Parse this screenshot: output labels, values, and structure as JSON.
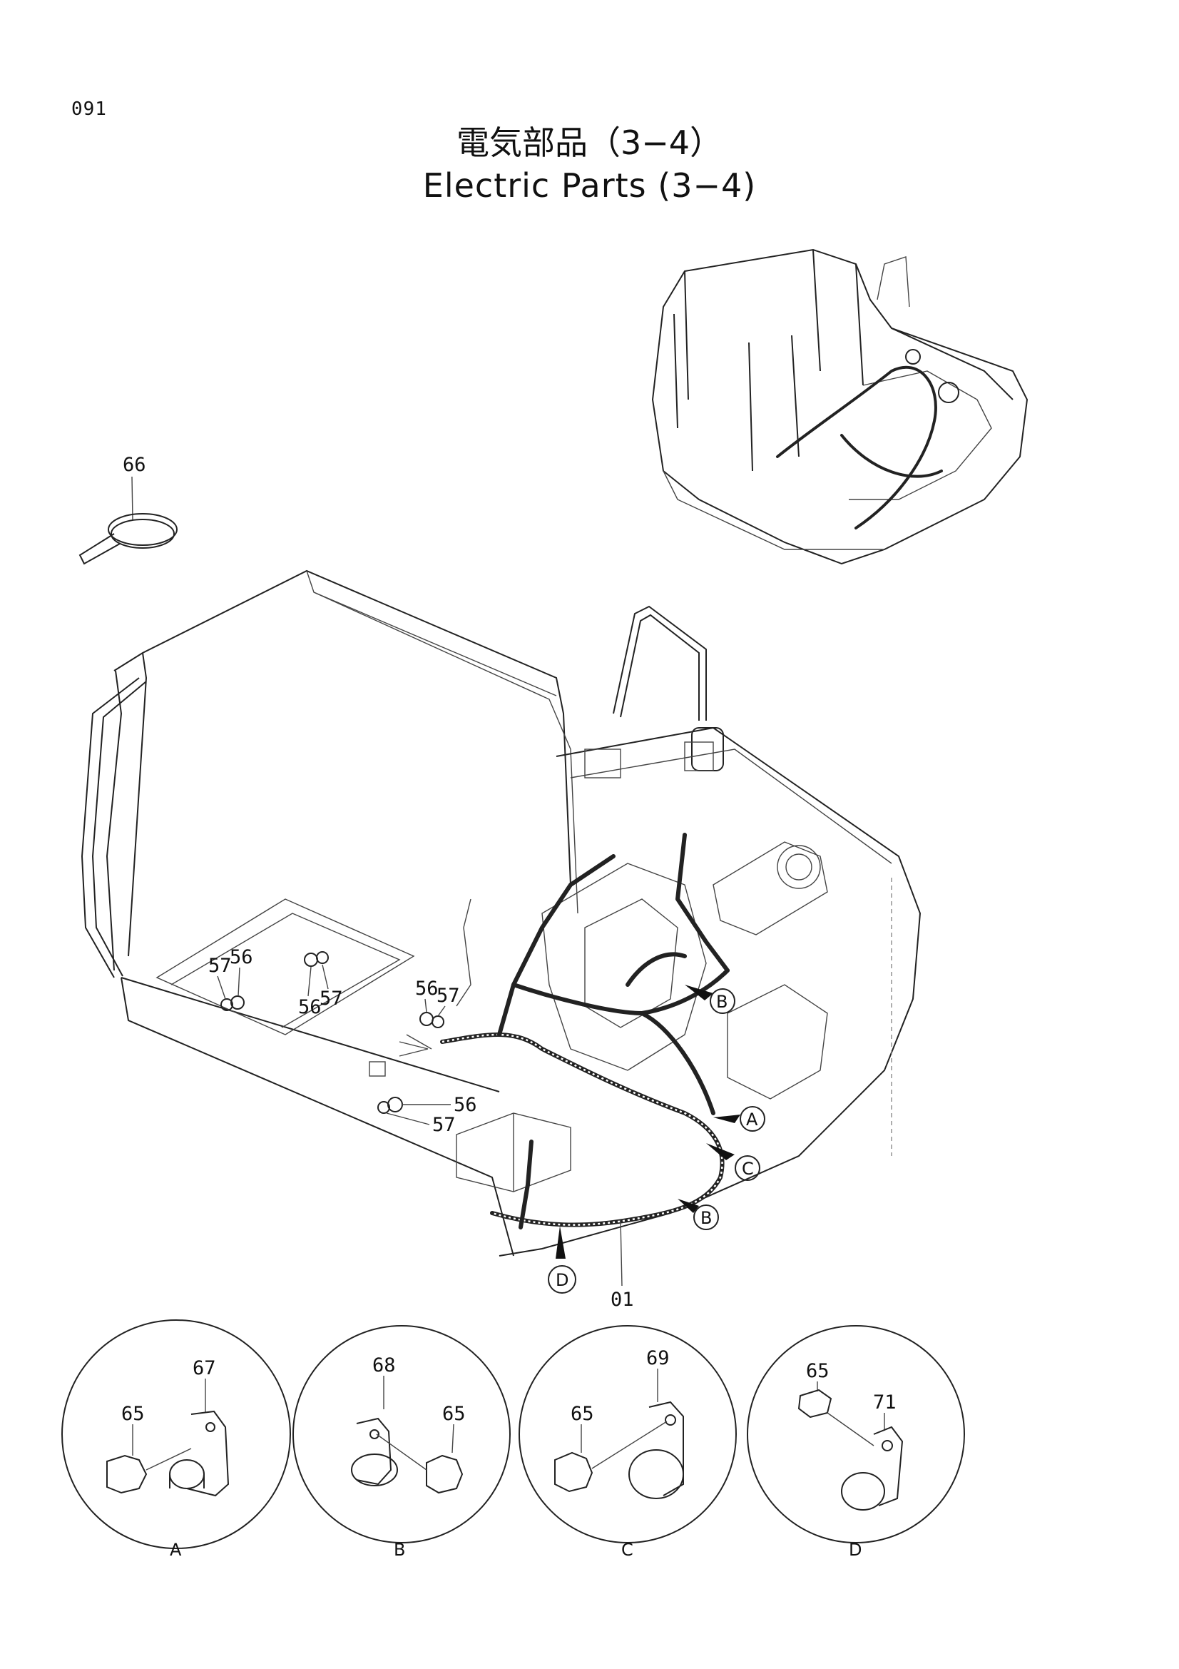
{
  "page": {
    "number": "091",
    "title_jp": "電気部品（3−4）",
    "title_en": "Electric Parts (3−4)"
  },
  "callouts": {
    "p66": "66",
    "p56a": "56",
    "p57a": "57",
    "p56b": "56",
    "p57b": "57",
    "p56c": "56",
    "p57c": "57",
    "p56d": "56",
    "p57d": "57",
    "p01": "01"
  },
  "references": {
    "A": "A",
    "B1": "B",
    "C": "C",
    "B2": "B",
    "D": "D"
  },
  "details": [
    {
      "letter": "A",
      "parts": [
        "67",
        "65"
      ]
    },
    {
      "letter": "B",
      "parts": [
        "68",
        "65"
      ]
    },
    {
      "letter": "C",
      "parts": [
        "69",
        "65"
      ]
    },
    {
      "letter": "D",
      "parts": [
        "65",
        "71"
      ]
    }
  ]
}
